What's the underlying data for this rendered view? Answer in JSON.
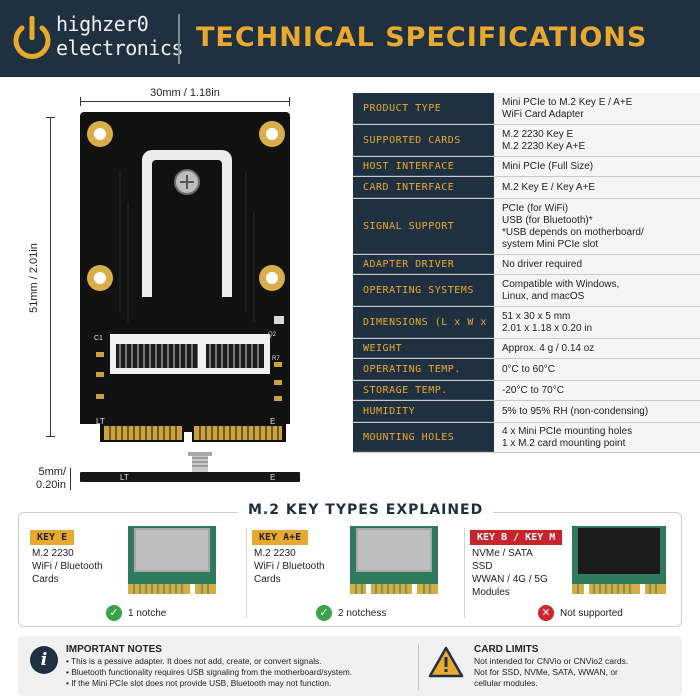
{
  "brand": {
    "line1": "highzer0",
    "line2": "electronics",
    "accent": "#e9a92e",
    "navy": "#1f3140"
  },
  "header": {
    "title": "TECHNICAL SPECIFICATIONS"
  },
  "dimensions": {
    "width_label": "30mm / 1.18in",
    "height_label": "51mm / 2.01in",
    "thickness_label": "5mm/ 0.20in"
  },
  "board_marks": {
    "c1": "C1",
    "lt": "LT",
    "e": "E",
    "q2": "Q2",
    "r7": "R7"
  },
  "specs": [
    {
      "key": "PRODUCT TYPE",
      "value": "Mini PCIe to M.2 Key E / A+E\nWiFi Card Adapter"
    },
    {
      "key": "SUPPORTED CARDS",
      "value": "M.2 2230 Key E\nM.2 2230 Key A+E"
    },
    {
      "key": "HOST INTERFACE",
      "value": "Mini PCIe (Full Size)"
    },
    {
      "key": "CARD INTERFACE",
      "value": "M.2 Key E / Key A+E"
    },
    {
      "key": "SIGNAL SUPPORT",
      "value": "PCIe (for WiFi)\nUSB (for Bluetooth)*\n*USB depends on motherboard/\n  system Mini PCIe slot"
    },
    {
      "key": "ADAPTER DRIVER",
      "value": "No driver required"
    },
    {
      "key": "OPERATING SYSTEMS",
      "value": "Compatible with Windows,\nLinux, and macOS"
    },
    {
      "key": "DIMENSIONS (L x W x H)",
      "value": "51 x 30 x 5 mm\n2.01 x 1.18 x 0.20 in"
    },
    {
      "key": "WEIGHT",
      "value": "Approx. 4 g / 0.14 oz"
    },
    {
      "key": "OPERATING TEMP.",
      "value": "0°C to 60°C"
    },
    {
      "key": "STORAGE TEMP.",
      "value": "-20°C to 70°C"
    },
    {
      "key": "HUMIDITY",
      "value": "5% to 95% RH (non-condensing)"
    },
    {
      "key": "MOUNTING HOLES",
      "value": "4 x Mini PCIe mounting holes\n1 x M.2 card mounting point"
    }
  ],
  "key_types": {
    "title": "M.2 KEY TYPES EXPLAINED",
    "cards": [
      {
        "badge": "KEY E",
        "badge_color": "#e9a92e",
        "badge_text_color": "#222222",
        "desc": "M.2 2230\nWiFi / Bluetooth\nCards",
        "status": "1 notche",
        "status_icon": "check-icon",
        "status_color": "#3aa34a"
      },
      {
        "badge": "KEY A+E",
        "badge_color": "#e9a92e",
        "badge_text_color": "#222222",
        "desc": "M.2 2230\nWiFi / Bluetooth\nCards",
        "status": "2 notchess",
        "status_icon": "check-icon",
        "status_color": "#3aa34a"
      },
      {
        "badge": "KEY B / KEY M",
        "badge_color": "#c9242b",
        "badge_text_color": "#ffffff",
        "desc": "NVMe / SATA\nSSD\nWWAN / 4G / 5G\nModules",
        "status": "Not supported",
        "status_icon": "x-icon",
        "status_color": "#d2222a"
      }
    ]
  },
  "notes": {
    "title": "IMPORTANT NOTES",
    "items": [
      "• This is a pessive adapter. It does not add, create, or convert signals.",
      "• Bluetooth functionality requires USB signaling from the motherboard/system.",
      "• If the Mini PCIe slot does not provide USB, Bluetooth may not function."
    ]
  },
  "limits": {
    "title": "CARD LIMITS",
    "text": "Not intended for CNVio or CNVio2 cards.\nNot for SSD, NVMe, SATA, WWAN, or\ncellular modules."
  }
}
